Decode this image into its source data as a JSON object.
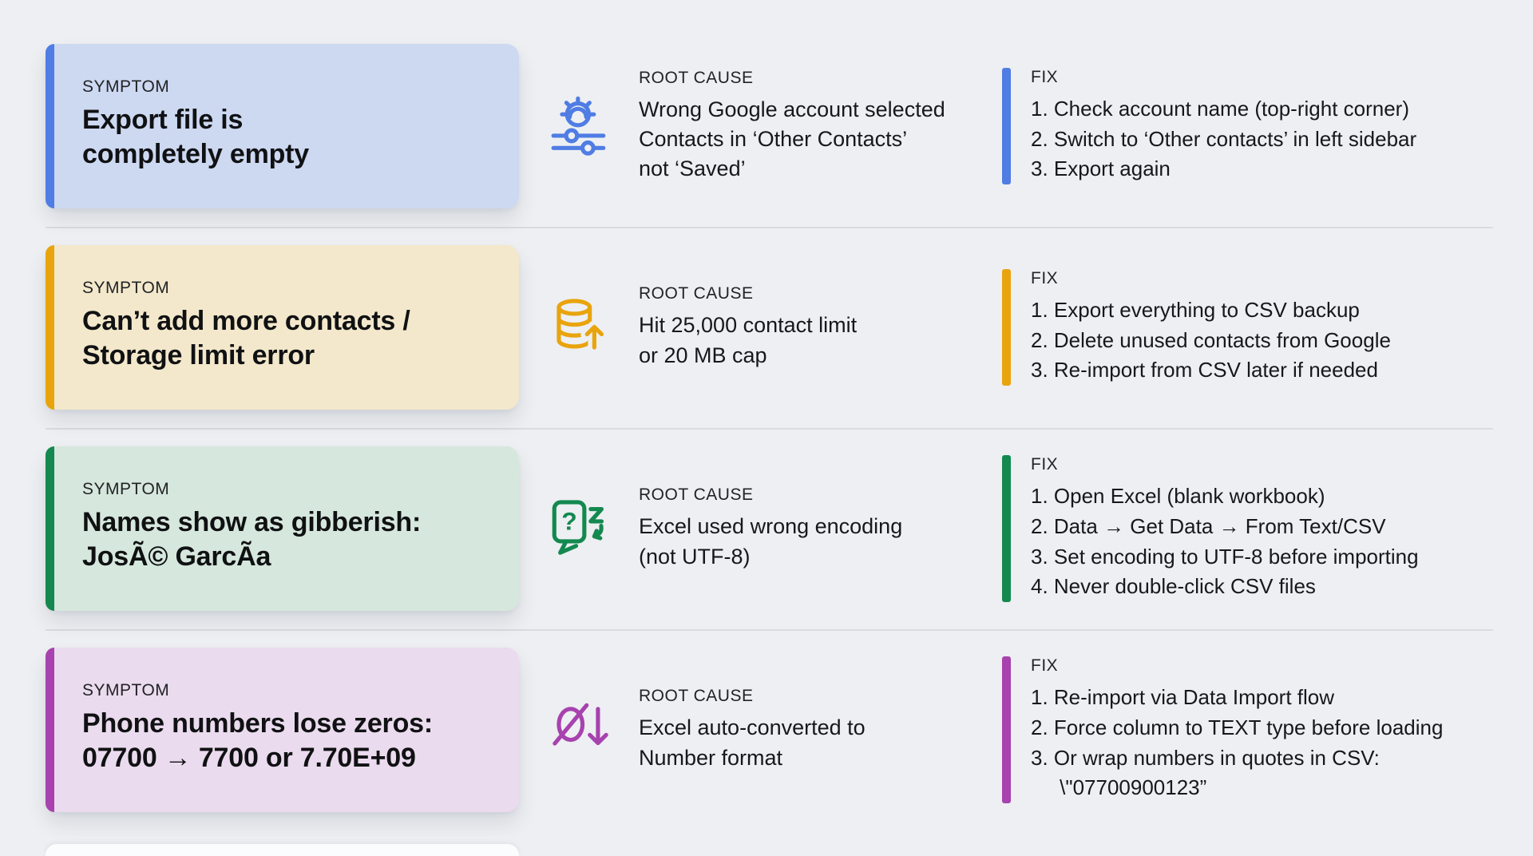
{
  "page": {
    "background": "#edeff2",
    "divider_color": "#d9dbde"
  },
  "rows": [
    {
      "symptom": {
        "label": "SYMPTOM",
        "title": "Export file is\ncompletely empty"
      },
      "root_cause": {
        "label": "ROOT CAUSE",
        "icon": "settings-sliders-icon",
        "text": "Wrong Google account selected\nContacts in ‘Other Contacts’\nnot ‘Saved’"
      },
      "fix": {
        "label": "FIX",
        "steps": [
          "1. Check account name (top-right corner)",
          "2. Switch to ‘Other contacts’ in left sidebar",
          "3. Export again"
        ]
      },
      "colors": {
        "accent": "#4f7de4",
        "card_bg": "#cdd8f1"
      }
    },
    {
      "symptom": {
        "label": "SYMPTOM",
        "title": "Can’t add more contacts /\nStorage limit error"
      },
      "root_cause": {
        "label": "ROOT CAUSE",
        "icon": "database-limit-icon",
        "text": "Hit 25,000 contact limit\nor 20 MB cap"
      },
      "fix": {
        "label": "FIX",
        "steps": [
          "1. Export everything to CSV backup",
          "2. Delete unused contacts from Google",
          "3. Re-import from CSV later if needed"
        ]
      },
      "colors": {
        "accent": "#e9a40d",
        "card_bg": "#f3e8cb"
      }
    },
    {
      "symptom": {
        "label": "SYMPTOM",
        "title": "Names show as gibberish:\nJosÃ© GarcÃ­a"
      },
      "root_cause": {
        "label": "ROOT CAUSE",
        "icon": "encoding-question-icon",
        "text": "Excel used wrong encoding\n(not UTF-8)"
      },
      "fix": {
        "label": "FIX",
        "steps": [
          "1. Open Excel (blank workbook)",
          "2. Data → Get Data → From Text/CSV",
          "3. Set encoding to UTF-8 before importing",
          "4. Never double-click CSV files"
        ]
      },
      "colors": {
        "accent": "#13894f",
        "card_bg": "#d6e7dd"
      }
    },
    {
      "symptom": {
        "label": "SYMPTOM",
        "title": "Phone numbers lose zeros:\n07700 → 7700 or 7.70E+09"
      },
      "root_cause": {
        "label": "ROOT CAUSE",
        "icon": "zero-slash-arrow-icon",
        "text": "Excel auto-converted to\nNumber format"
      },
      "fix": {
        "label": "FIX",
        "steps": [
          "1. Re-import via Data Import flow",
          "2. Force column to TEXT type before loading",
          "3. Or wrap numbers in quotes in CSV:\n     \\\"07700900123”"
        ]
      },
      "colors": {
        "accent": "#a742ae",
        "card_bg": "#ebdbee"
      }
    }
  ]
}
